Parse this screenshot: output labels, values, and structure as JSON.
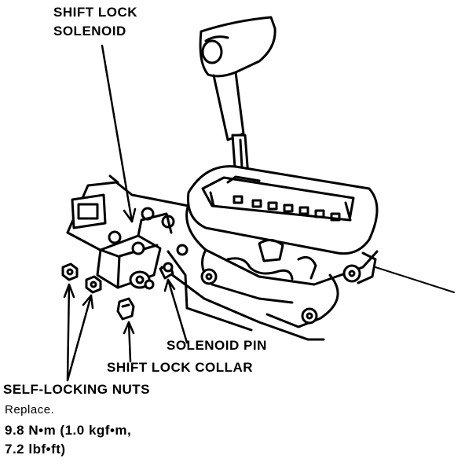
{
  "labels": {
    "shift_lock_solenoid": [
      "SHIFT LOCK",
      "SOLENOID"
    ],
    "solenoid_pin": "SOLENOID PIN",
    "shift_lock_collar": "SHIFT LOCK COLLAR",
    "self_locking_nuts": "SELF-LOCKING NUTS",
    "replace_note": "Replace.",
    "torque": [
      "9.8 N•m (1.0 kgf•m,",
      "7.2 lbf•ft)"
    ]
  },
  "colors": {
    "ink": "#000000",
    "paper": "#ffffff"
  }
}
